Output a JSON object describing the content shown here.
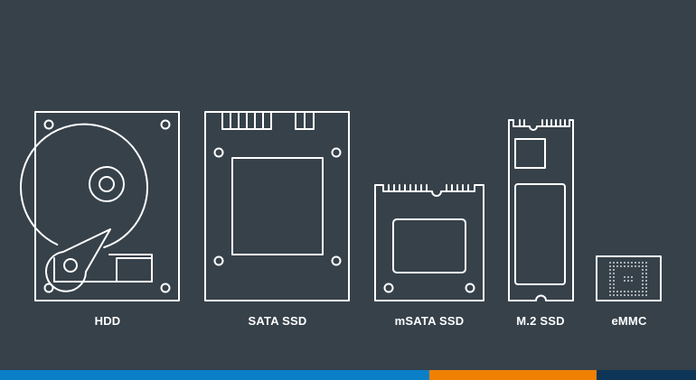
{
  "devices": [
    {
      "id": "hdd",
      "label": "HDD"
    },
    {
      "id": "sata",
      "label": "SATA SSD"
    },
    {
      "id": "msata",
      "label": "mSATA SSD"
    },
    {
      "id": "m2",
      "label": "M.2 SSD"
    },
    {
      "id": "emmc",
      "label": "eMMC"
    }
  ],
  "colors": {
    "background": "#36414a",
    "stroke": "#ffffff",
    "bar_blue": "#0a7fc8",
    "bar_orange": "#f08000",
    "bar_navy": "#0d3557"
  }
}
